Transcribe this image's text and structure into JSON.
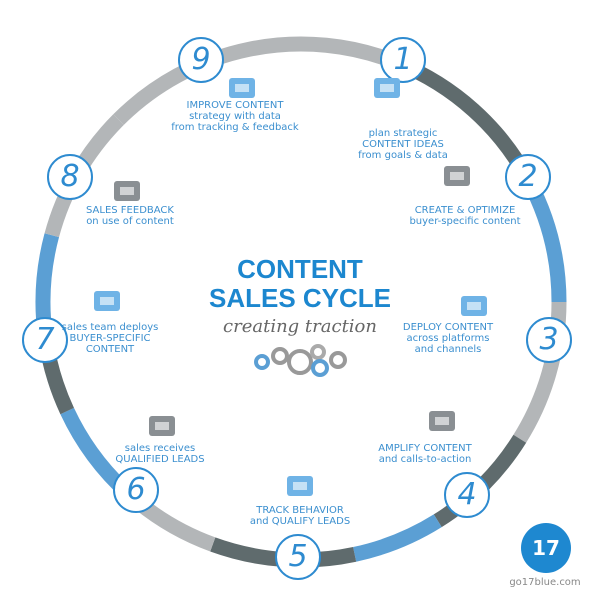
{
  "title": {
    "line1": "CONTENT",
    "line2": "SALES CYCLE",
    "tagline": "creating traction"
  },
  "colors": {
    "blue": "#5b9fd4",
    "dark_gray": "#5f6b6d",
    "light_gray": "#b3b6b8",
    "text_blue": "#3b8fcf"
  },
  "steps": [
    {
      "number": "1",
      "icon": "lightbulb-gears-icon",
      "lines": [
        "plan strategic",
        "CONTENT IDEAS",
        "from goals & data"
      ]
    },
    {
      "number": "2",
      "icon": "monitor-gears-icon",
      "lines": [
        "CREATE & OPTIMIZE",
        "buyer-specific content"
      ]
    },
    {
      "number": "3",
      "icon": "deploy-icon",
      "lines": [
        "DEPLOY CONTENT",
        "across platforms",
        "and channels"
      ]
    },
    {
      "number": "4",
      "icon": "broadcast-tower-icon",
      "lines": [
        "AMPLIFY CONTENT",
        "and calls-to-action"
      ]
    },
    {
      "number": "5",
      "icon": "growth-chart-icon",
      "lines": [
        "TRACK BEHAVIOR",
        "and QUALIFY LEADS"
      ]
    },
    {
      "number": "6",
      "icon": "chat-bubble-icon",
      "lines": [
        "sales receives",
        "QUALIFIED LEADS"
      ]
    },
    {
      "number": "7",
      "icon": "content-cards-icon",
      "lines": [
        "sales team deploys",
        "BUYER-SPECIFIC",
        "CONTENT"
      ]
    },
    {
      "number": "8",
      "icon": "pie-chart-icon",
      "lines": [
        "SALES FEEDBACK",
        "on use of content"
      ]
    },
    {
      "number": "9",
      "icon": "chart-mug-icon",
      "lines": [
        "IMPROVE CONTENT",
        "strategy with data",
        "from tracking & feedback"
      ]
    }
  ],
  "badge": {
    "text": "17",
    "site": "go17blue.com"
  }
}
